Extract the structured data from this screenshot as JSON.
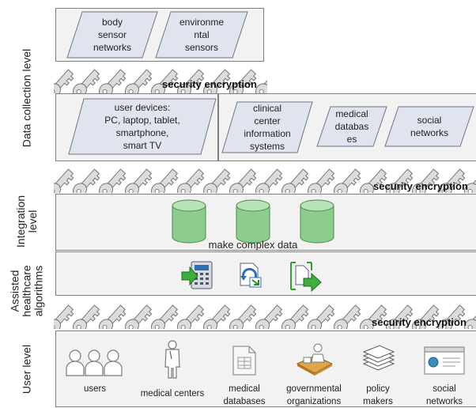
{
  "levels": {
    "data_collection": "Data collection level",
    "integration": "Integration\nlevel",
    "assisted": "Assisted\nhealthcare\nalgorithms",
    "user": "User level"
  },
  "sources_top": [
    "body\nsensor\nnetworks",
    "environme\nntal\nsensors"
  ],
  "sources_mid": [
    "user devices:\nPC, laptop, tablet,\nsmartphone,\nsmart TV",
    "clinical\ncenter\ninformation\nsystems",
    "medical\ndatabas\nes",
    "social\nnetworks"
  ],
  "security": [
    "security encryption",
    "security encryption",
    "security encryption"
  ],
  "integration_caption": "make complex data",
  "user_items": [
    "users",
    "medical centers",
    "medical\ndatabases",
    "governmental\norganizations",
    "policy\nmakers",
    "social\nnetworks"
  ],
  "icons": [
    "database-icon",
    "calculator-import-icon",
    "document-refresh-icon",
    "document-export-icon",
    "users-icon",
    "doctor-icon",
    "table-document-icon",
    "government-desk-icon",
    "stacked-papers-icon",
    "browser-window-icon"
  ],
  "colors": {
    "panel_border": "#7f7f7f",
    "panel_fill": "#f2f2f2",
    "source_fill": "#dfe4ee",
    "cylinder": "#9fd49f",
    "key": "#dcdcdc"
  }
}
